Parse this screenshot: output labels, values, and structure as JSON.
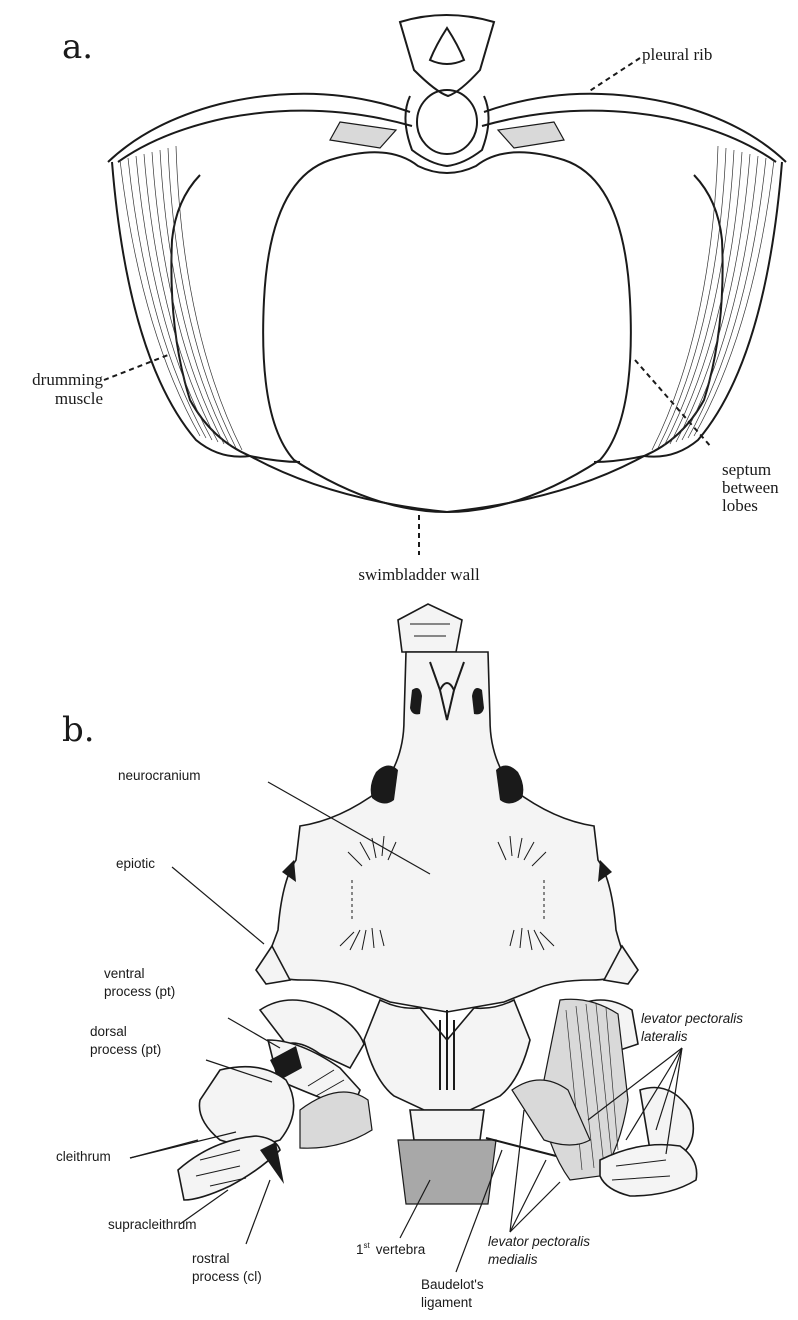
{
  "panel_a": {
    "letter": "a.",
    "labels": {
      "pleural_rib": "pleural rib",
      "drumming_muscle_line1": "drumming",
      "drumming_muscle_line2": "muscle",
      "septum_line1": "septum",
      "septum_line2": "between",
      "septum_line3": "lobes",
      "swimbladder_wall": "swimbladder wall"
    }
  },
  "panel_b": {
    "letter": "b.",
    "labels": {
      "neurocranium": "neurocranium",
      "epiotic": "epiotic",
      "ventral_line1": "ventral",
      "ventral_line2": "process (pt)",
      "dorsal_line1": "dorsal",
      "dorsal_line2": "process (pt)",
      "cleithrum": "cleithrum",
      "supracleithrum": "supracleithrum",
      "rostral_line1": "rostral",
      "rostral_line2": "process (cl)",
      "vertebra_num": "1",
      "vertebra_sup": "st",
      "vertebra_word": "vertebra",
      "baudelot_line1": "Baudelot's",
      "baudelot_line2": "ligament",
      "lev_medialis_line1": "levator pectoralis",
      "lev_medialis_line2": "medialis",
      "lev_lateralis_line1": "levator pectoralis",
      "lev_lateralis_line2": "lateralis"
    }
  }
}
